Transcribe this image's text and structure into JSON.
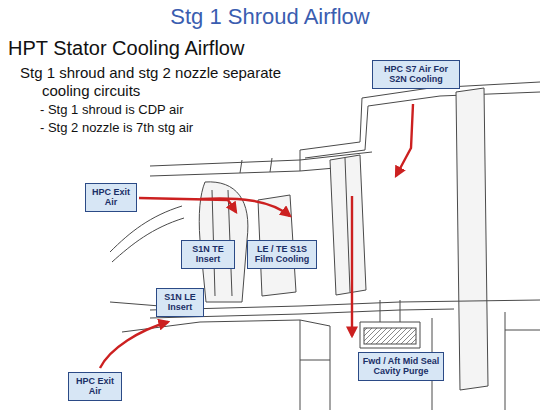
{
  "diagram": {
    "title": "Stg 1 Shroud Airflow",
    "nodes": [
      {
        "text": [
          "HPC S7 Air For S2N Cooling"
        ]
      },
      {
        "text": [
          "HPC Exit Air"
        ]
      },
      {
        "text": [
          "S1N TE Insert"
        ]
      },
      {
        "text": [
          "LE / TE S1S Film Cooling"
        ]
      },
      {
        "text": [
          "S1N LE Insert"
        ]
      },
      {
        "text": [
          "HPC Exit Air"
        ]
      },
      {
        "text": [
          "Fwd / Aft Mid Seal Cavity Purge"
        ]
      }
    ],
    "labels": [
      "HPT Stator Cooling Airflow",
      "Stg 1 shroud and stg 2 nozzle separate cooling circuits",
      "- Stg 1 shroud is CDP air",
      "- Stg 2 nozzle is 7th stg air"
    ]
  }
}
